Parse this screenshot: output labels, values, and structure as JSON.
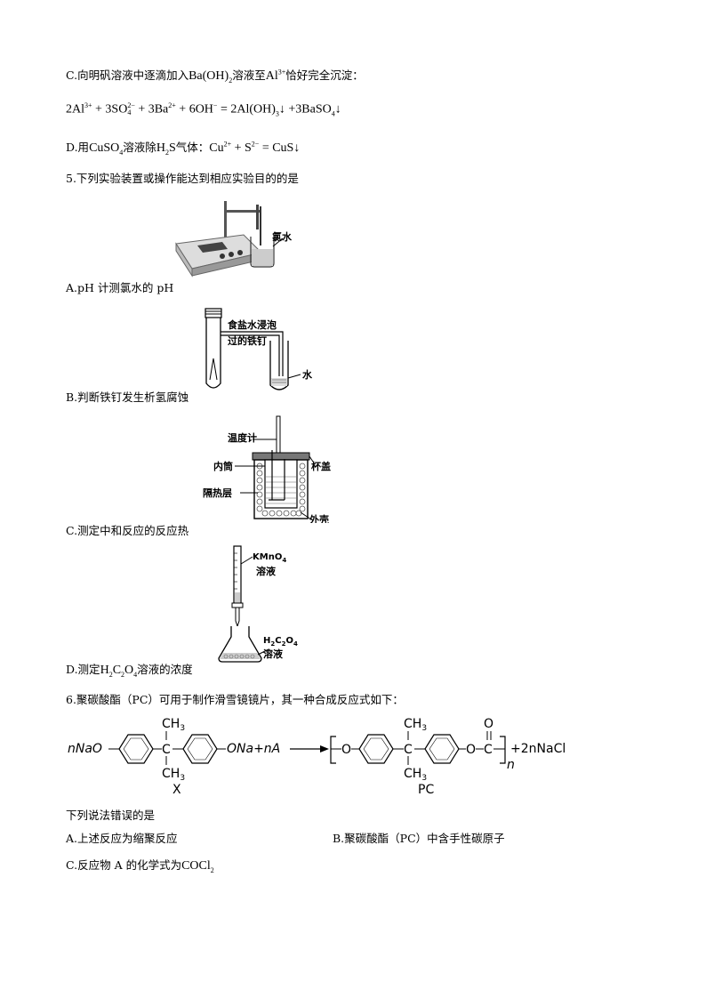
{
  "optC": {
    "prefix": "C.向明矾溶液中逐滴加入",
    "reagent": "Ba(OH)",
    "reagent_sub": "2",
    "mid": "溶液至",
    "ion": "Al",
    "ion_sup": "3+",
    "suffix": "恰好完全沉淀："
  },
  "eqC": {
    "t1": "2Al",
    "s1": "3+",
    "t2": " + 3SO",
    "s2": "2−",
    "b2": "4",
    "t3": " + 3Ba",
    "s3": "2+",
    "t4": " + 6OH",
    "s4": "−",
    "t5": " = 2Al(OH)",
    "b5": "3",
    "t6": "↓ +3BaSO",
    "b6": "4",
    "t7": "↓"
  },
  "optD": {
    "prefix": "D.用",
    "reagent": "CuSO",
    "reagent_sub": "4",
    "mid": "溶液除",
    "gas": "H",
    "gas_sub": "2",
    "gas_tail": "S",
    "mid2": "气体：",
    "eq1": "Cu",
    "eq1_sup": "2+",
    "eq2": " + S",
    "eq2_sup": "2−",
    "eq3": " = CuS↓"
  },
  "q5": {
    "text": "5.下列实验装置或操作能达到相应实验目的的是"
  },
  "figA": {
    "label": "氯水",
    "caption": "A.pH 计测氯水的 pH"
  },
  "figB": {
    "label1": "食盐水浸泡",
    "label2": "过的铁钉",
    "label3": "水",
    "caption": "B.判断铁钉发生析氢腐蚀"
  },
  "figC": {
    "l1": "温度计",
    "l2": "内筒",
    "l3": "杯盖",
    "l4": "隔热层",
    "l5": "外壳",
    "caption": "C.测定中和反应的反应热"
  },
  "figD": {
    "top1": "KMnO",
    "top1_sub": "4",
    "top2": "溶液",
    "bot1": "H",
    "bot1_a": "2",
    "bot1_b": "C",
    "bot1_c": "2",
    "bot1_d": "O",
    "bot1_e": "4",
    "bot2": "溶液",
    "caption_pre": "D.测定",
    "caption_f1": "H",
    "caption_s1": "2",
    "caption_f2": "C",
    "caption_s2": "2",
    "caption_f3": "O",
    "caption_s3": "4",
    "caption_post": "溶液的浓度"
  },
  "q6": {
    "text": "6.聚碳酸酯（PC）可用于制作滑雪镜镜片，其一种合成反应式如下："
  },
  "reaction": {
    "left_na": "nNaO",
    "ch3": "CH",
    "ch3_sub": "3",
    "c": "C",
    "ona": "ONa+nA",
    "o": "O",
    "tail": "+2nNaCl",
    "n": "n",
    "x": "X",
    "pc": "PC"
  },
  "q6b": {
    "text": "下列说法错误的是"
  },
  "q6A": {
    "text": "A.上述反应为缩聚反应"
  },
  "q6B": {
    "text": "B.聚碳酸酯（PC）中含手性碳原子"
  },
  "q6C": {
    "prefix": "C.反应物 A 的化学式为",
    "formula": "COCl",
    "formula_sub": "2"
  }
}
